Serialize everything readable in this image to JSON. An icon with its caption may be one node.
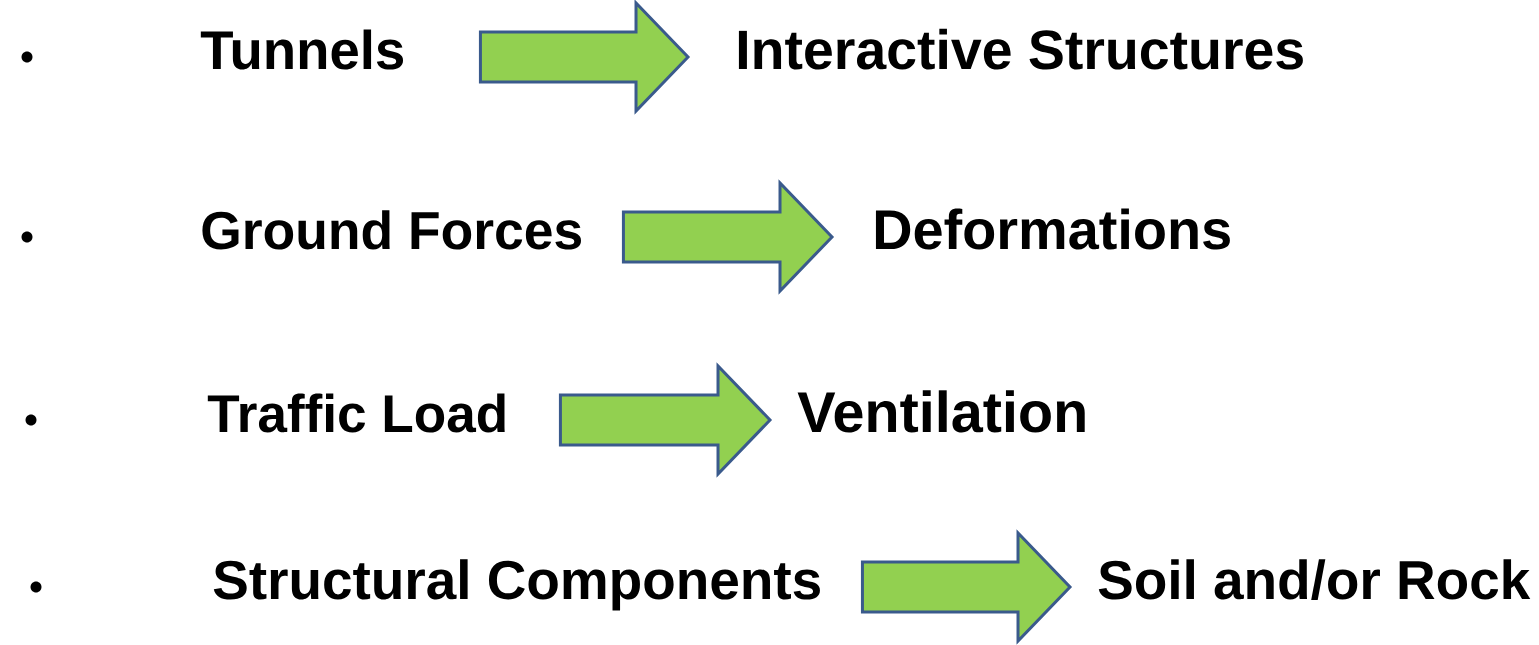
{
  "diagram": {
    "nodes": [
      {
        "text": [
          "Tunnels"
        ]
      },
      {
        "text": [
          "Interactive Structures"
        ]
      },
      {
        "text": [
          "Ground Forces"
        ]
      },
      {
        "text": [
          "Deformations"
        ]
      },
      {
        "text": [
          "Traffic Load"
        ]
      },
      {
        "text": [
          "Ventilation"
        ]
      },
      {
        "text": [
          "Structural Components"
        ]
      },
      {
        "text": [
          "Soil and/or Rock"
        ]
      }
    ],
    "edges": [
      {
        "from": 0,
        "to": 1,
        "arrow": "to"
      },
      {
        "from": 2,
        "to": 3,
        "arrow": "to"
      },
      {
        "from": 4,
        "to": 5,
        "arrow": "to"
      },
      {
        "from": 6,
        "to": 7,
        "arrow": "to"
      }
    ]
  }
}
